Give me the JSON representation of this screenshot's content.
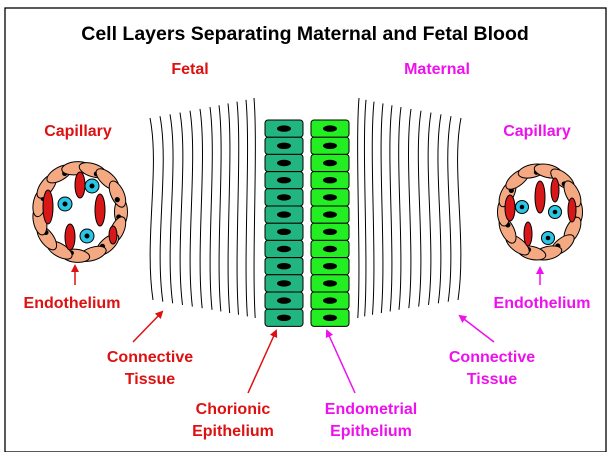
{
  "title": "Cell Layers Separating Maternal and Fetal Blood",
  "sides": {
    "fetal": "Fetal",
    "maternal": "Maternal"
  },
  "labels": {
    "capillary_left": "Capillary",
    "capillary_right": "Capillary",
    "endothelium_left": "Endothelium",
    "endothelium_right": "Endothelium",
    "connective_left_1": "Connective",
    "connective_left_2": "Tissue",
    "connective_right_1": "Connective",
    "connective_right_2": "Tissue",
    "chorionic_1": "Chorionic",
    "chorionic_2": "Epithelium",
    "endometrial_1": "Endometrial",
    "endometrial_2": "Epithelium"
  },
  "colors": {
    "fetal": "#dd1111",
    "maternal": "#ee11ee",
    "chorionic_cell": "#22b57f",
    "endometrial_cell": "#22ee22",
    "endothelial_cell": "#f4a982",
    "rbc": "#d81818",
    "wbc": "#2bc6e6"
  }
}
